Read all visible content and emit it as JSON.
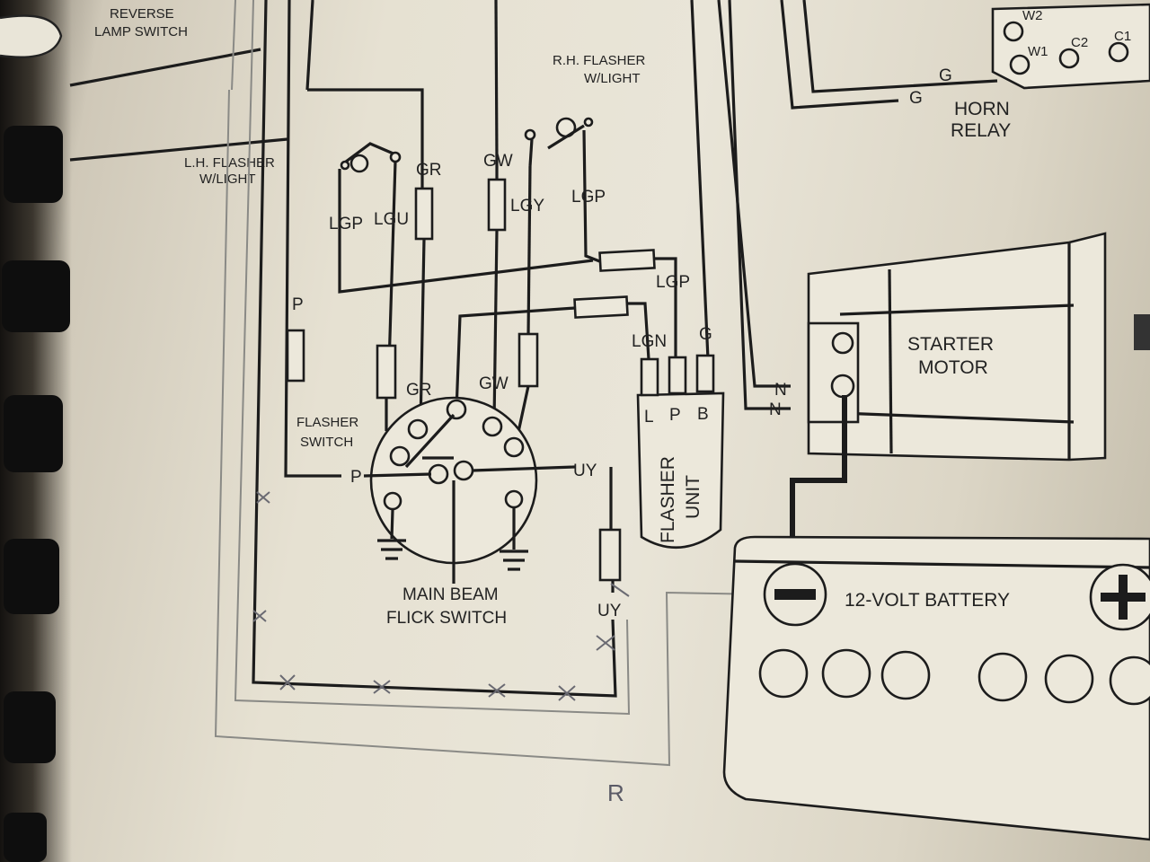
{
  "diagram": {
    "reverse_lamp_label_1": "REVERSE",
    "reverse_lamp_label_2": "LAMP SWITCH",
    "lh_flasher_label_1": "L.H. FLASHER",
    "lh_flasher_label_2": "W/LIGHT",
    "rh_flasher_label_1": "R.H. FLASHER",
    "rh_flasher_label_2": "W/LIGHT",
    "horn_relay_label_1": "HORN",
    "horn_relay_label_2": "RELAY",
    "horn_terminals": [
      "W2",
      "W1",
      "C2",
      "C1"
    ],
    "starter_label_1": "STARTER",
    "starter_label_2": "MOTOR",
    "flasher_switch_label_1": "FLASHER",
    "flasher_switch_label_2": "SWITCH",
    "main_beam_label_1": "MAIN BEAM",
    "main_beam_label_2": "FLICK SWITCH",
    "flasher_unit_label_1": "FLASHER",
    "flasher_unit_label_2": "UNIT",
    "flasher_unit_terminals": [
      "L",
      "P",
      "B"
    ],
    "battery_label": "12-VOLT BATTERY",
    "battery_neg": "−",
    "battery_pos": "+",
    "wire_codes": {
      "gr_top": "GR",
      "gr_mid": "GR",
      "gw_top": "GW",
      "gw_mid": "GW",
      "lgp_left": "LGP",
      "lgu": "LGU",
      "lgy": "LGY",
      "lgp_right": "LGP",
      "lgp_unit": "LGP",
      "lgn": "LGN",
      "g_unit": "G",
      "p_left": "P",
      "p_switch": "P",
      "uy_switch": "UY",
      "uy_lower": "UY",
      "g_horn_1": "G",
      "g_horn_2": "G",
      "n_1": "N",
      "n_2": "N"
    },
    "pen_note": "R"
  }
}
